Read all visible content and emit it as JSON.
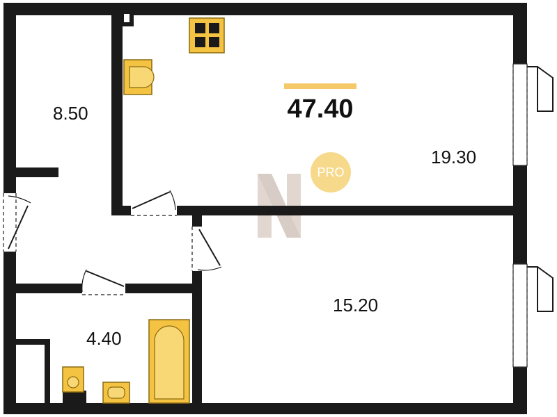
{
  "total_area": "47.40",
  "badge": "PRO",
  "rooms": {
    "hall": "8.50",
    "kitchen_living": "19.30",
    "bedroom": "15.20",
    "bathroom": "4.40"
  },
  "colors": {
    "wall": "#1a1a1a",
    "fixture": "#f5c342",
    "fixture_stroke": "#8a6a10",
    "accent_bar": "#f5c86a",
    "badge": "#f7d98b",
    "watermark": "#c9b8aa"
  },
  "icons": {
    "stove": "stove-icon",
    "kitchen_sink": "kitchen-sink-icon",
    "bathtub": "bathtub-icon",
    "toilet": "toilet-icon",
    "wash_basin": "wash-basin-icon",
    "watermark": "logo-watermark"
  }
}
